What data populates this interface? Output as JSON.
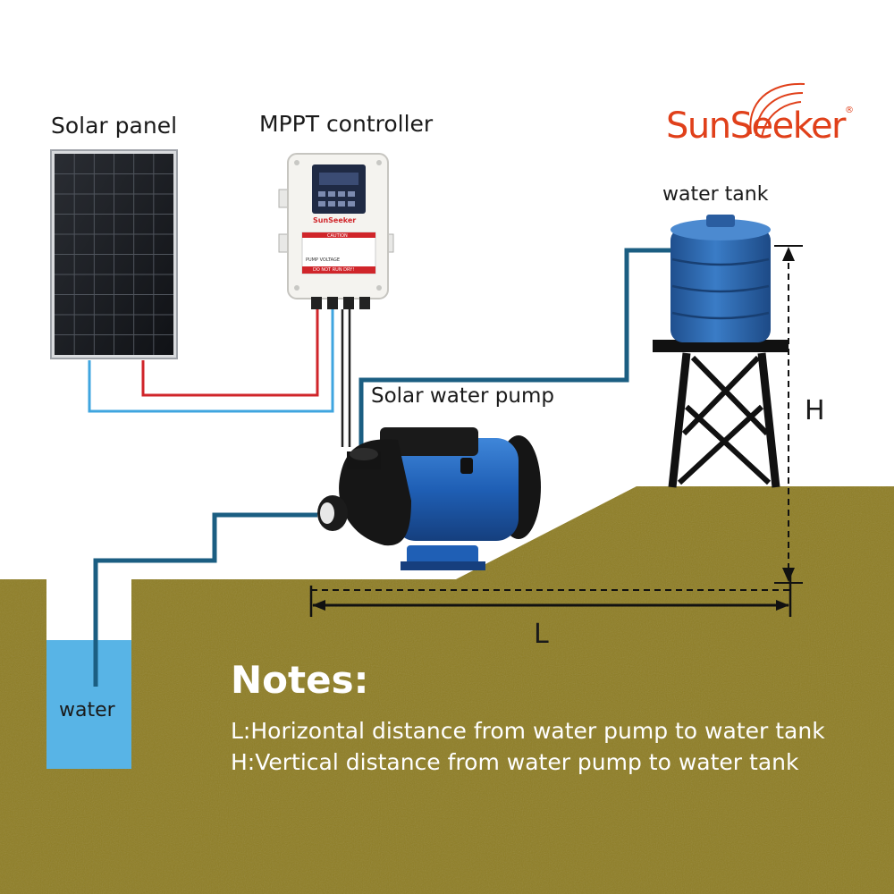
{
  "brand": {
    "name": "SunSeeker",
    "registered_mark": "®",
    "color": "#e0401a"
  },
  "labels": {
    "solar_panel": "Solar panel",
    "controller": "MPPT controller",
    "water_tank": "water tank",
    "pump": "Solar water pump",
    "water": "water",
    "height": "H",
    "length": "L"
  },
  "controller_panel": {
    "brand": "SunSeeker",
    "caution": "CAUTION",
    "pump_voltage": "PUMP VOLTAGE",
    "warning": "DO NOT RUN DRY!"
  },
  "notes": {
    "title": "Notes:",
    "items": [
      "L:Horizontal distance from water pump to water tank",
      "H:Vertical distance from water pump to water tank"
    ]
  },
  "colors": {
    "ground": "#8e7d24",
    "water": "#58b4e6",
    "pipe": "#1b5e82",
    "wire_positive": "#d0252a",
    "wire_negative": "#3fa5df",
    "tank": "#2f6cb4",
    "pump_blue": "#1f5fb5"
  }
}
